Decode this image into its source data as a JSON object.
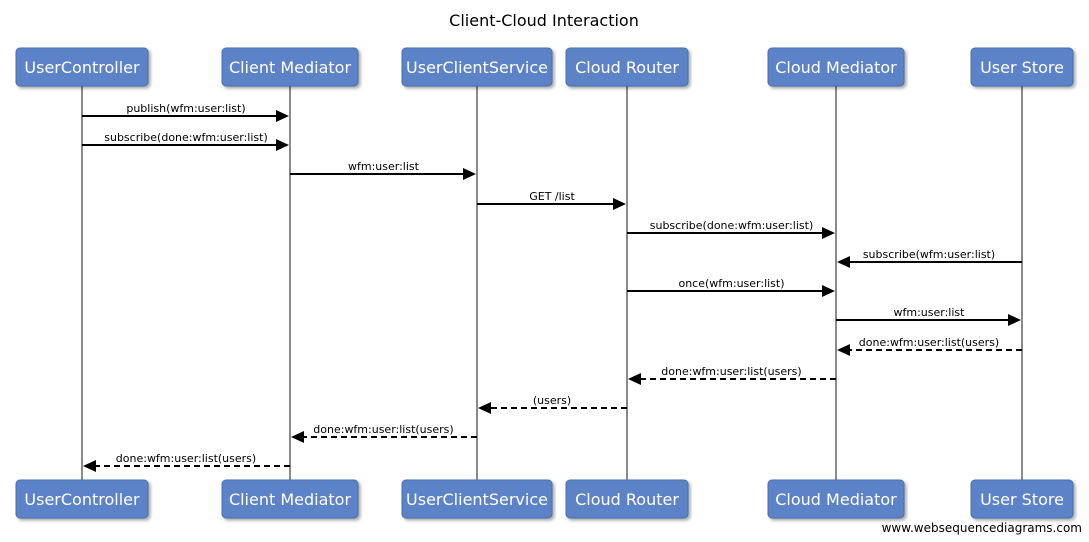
{
  "title": "Client-Cloud Interaction",
  "footer": "www.websequencediagrams.com",
  "colors": {
    "actor_fill": "#5b82c8",
    "actor_text": "#ffffff",
    "lifeline": "#8a8a8a",
    "arrow": "#000000"
  },
  "actors": [
    {
      "id": "uc",
      "label": "UserController"
    },
    {
      "id": "cm",
      "label": "Client Mediator"
    },
    {
      "id": "ucs",
      "label": "UserClientService"
    },
    {
      "id": "cr",
      "label": "Cloud Router"
    },
    {
      "id": "cld",
      "label": "Cloud Mediator"
    },
    {
      "id": "us",
      "label": "User Store"
    }
  ],
  "messages": [
    {
      "from": "uc",
      "to": "cm",
      "label": "publish(wfm:user:list)",
      "style": "solid"
    },
    {
      "from": "uc",
      "to": "cm",
      "label": "subscribe(done:wfm:user:list)",
      "style": "solid"
    },
    {
      "from": "cm",
      "to": "ucs",
      "label": "wfm:user:list",
      "style": "solid"
    },
    {
      "from": "ucs",
      "to": "cr",
      "label": "GET /list",
      "style": "solid"
    },
    {
      "from": "cr",
      "to": "cld",
      "label": "subscribe(done:wfm:user:list)",
      "style": "solid"
    },
    {
      "from": "us",
      "to": "cld",
      "label": "subscribe(wfm:user:list)",
      "style": "solid"
    },
    {
      "from": "cr",
      "to": "cld",
      "label": "once(wfm:user:list)",
      "style": "solid"
    },
    {
      "from": "cld",
      "to": "us",
      "label": "wfm:user:list",
      "style": "solid"
    },
    {
      "from": "us",
      "to": "cld",
      "label": "done:wfm:user:list(users)",
      "style": "dashed"
    },
    {
      "from": "cld",
      "to": "cr",
      "label": "done:wfm:user:list(users)",
      "style": "dashed"
    },
    {
      "from": "cr",
      "to": "ucs",
      "label": "(users)",
      "style": "dashed"
    },
    {
      "from": "ucs",
      "to": "cm",
      "label": "done:wfm:user:list(users)",
      "style": "dashed"
    },
    {
      "from": "cm",
      "to": "uc",
      "label": "done:wfm:user:list(users)",
      "style": "dashed"
    }
  ]
}
